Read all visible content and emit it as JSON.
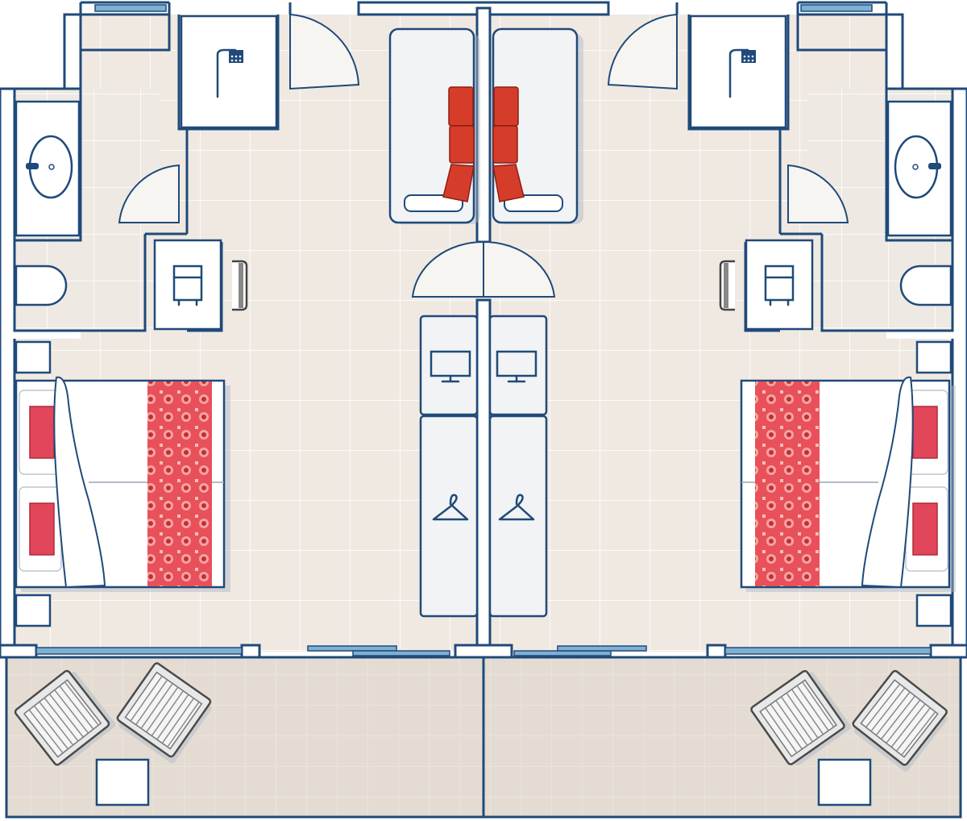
{
  "colors": {
    "wall_stroke": "#1f4a7a",
    "floor_interior": "#f0e9e2",
    "floor_balcony": "#e4dcd2",
    "bedspread": "#e8505a",
    "cushion": "#d63c2a",
    "window_glass": "#7fb0d4"
  },
  "rooms": [
    {
      "side": "left",
      "items": [
        "shower-icon",
        "sink",
        "toilet",
        "desk",
        "desk-chair",
        "double-bed",
        "nightstand",
        "nightstand",
        "balcony-chair",
        "balcony-chair",
        "side-table"
      ]
    },
    {
      "side": "right",
      "items": [
        "shower-icon",
        "sink",
        "toilet",
        "desk",
        "desk-chair",
        "double-bed",
        "nightstand",
        "nightstand",
        "balcony-chair",
        "balcony-chair",
        "side-table"
      ]
    }
  ],
  "shared": {
    "items": [
      "sun-lounger",
      "sun-lounger",
      "tv-icon",
      "tv-icon",
      "wardrobe-hanger-icon",
      "wardrobe-hanger-icon"
    ]
  }
}
